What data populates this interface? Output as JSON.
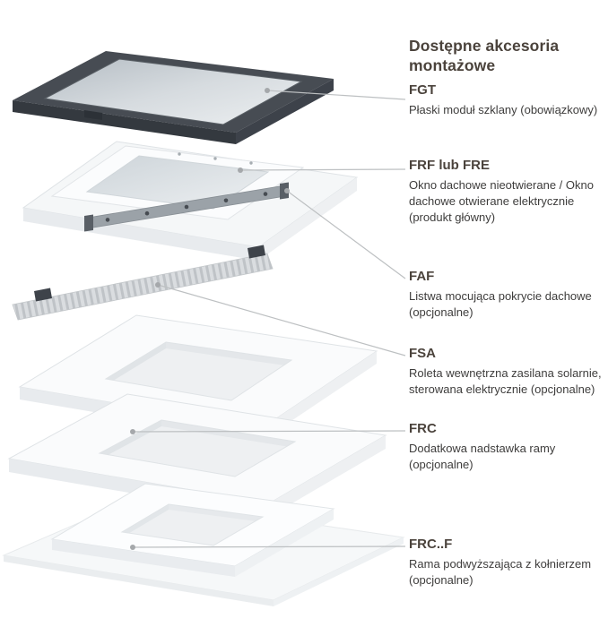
{
  "title": "Dostępne akcesoria montażowe",
  "accessories": [
    {
      "code": "FGT",
      "description": "Płaski moduł szklany (obowiązkowy)"
    },
    {
      "code": "FRF lub FRE",
      "description": "Okno dachowe nieotwierane / Okno dachowe otwierane elektrycznie (produkt główny)"
    },
    {
      "code": "FAF",
      "description": "Listwa mocująca pokrycie dachowe (opcjonalne)"
    },
    {
      "code": "FSA",
      "description": "Roleta wewnętrzna zasilana solarnie, sterowana elektrycznie (opcjonalne)"
    },
    {
      "code": "FRC",
      "description": "Dodatkowa nadstawka ramy (opcjonalne)"
    },
    {
      "code": "FRC..F",
      "description": "Rama podwyższająca z kołnierzem (opcjonalne)"
    }
  ],
  "diagram": {
    "type": "exploded-view",
    "layers": [
      "fgt-flat-glass-module",
      "frf-fre-roof-window",
      "faf-roof-covering-mounting-strip",
      "fsa-solar-internal-roller-blind",
      "fsa-blind-frame",
      "frc-frame-extension",
      "frcf-raising-frame-with-collar"
    ]
  },
  "colors": {
    "heading": "#4b433c",
    "body_text": "#3e3d3c",
    "leader_line": "#bdc0c2",
    "dark_module": "#474c53",
    "background": "#ffffff"
  }
}
